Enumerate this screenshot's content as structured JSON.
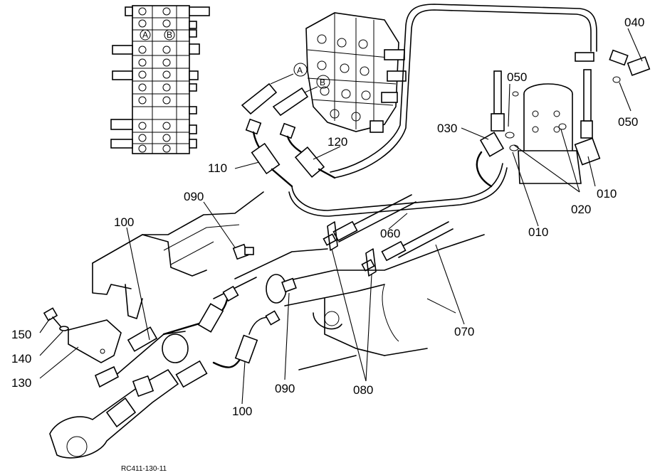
{
  "labels": {
    "p110": "110",
    "p120": "120",
    "p030": "030",
    "p050a": "050",
    "p050b": "050",
    "p040": "040",
    "p010a": "010",
    "p010b": "010",
    "p020": "020",
    "p060": "060",
    "p070": "070",
    "p080": "080",
    "p090a": "090",
    "p090b": "090",
    "p100a": "100",
    "p100b": "100",
    "p130": "130",
    "p140": "140",
    "p150": "150"
  },
  "ports": {
    "a": "A",
    "b": "B"
  },
  "inset_ports": {
    "a": "A",
    "b": "B"
  },
  "drawing_code": "RC411-130-11"
}
